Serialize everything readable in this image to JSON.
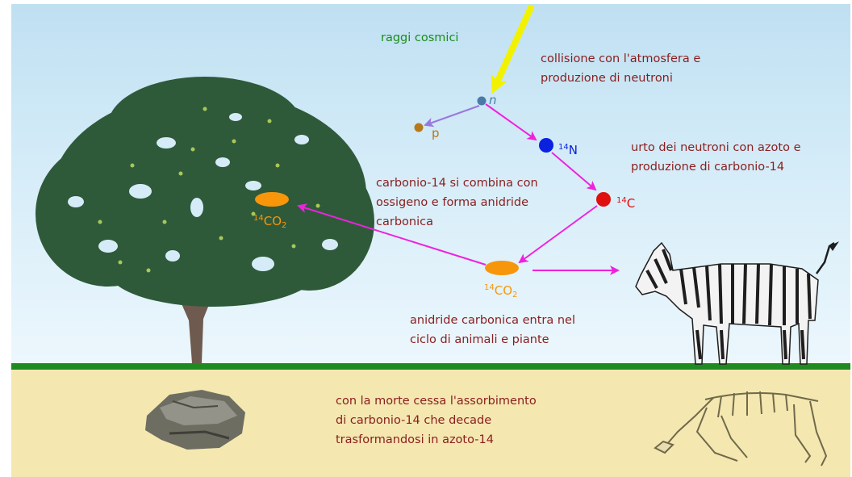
{
  "colors": {
    "neutron": "#4a7aa8",
    "proton": "#b87818",
    "nitrogen": "#0a22e0",
    "carbon": "#e00e0e",
    "co2": "#f7960a",
    "arrow": "#ee22dd",
    "proton_arrow": "#9977e0",
    "cosmic_arrow": "#f2f200",
    "label_text": "#8a1e1e",
    "ground_line": "#1f8a1f"
  },
  "labels": {
    "cosmic_rays": "raggi cosmici",
    "collision": [
      "collisione con l'atmosfera e",
      "produzione di neutroni"
    ],
    "neutron_nitrogen": [
      "urto dei neutroni con azoto e",
      "produzione di carbonio-14"
    ],
    "co2_formation": [
      "carbonio-14 si combina con",
      "ossigeno e forma anidride",
      "carbonica"
    ],
    "cycle": [
      "anidride carbonica entra nel",
      "ciclo di animali e piante"
    ],
    "death": [
      "con la morte cessa l'assorbimento",
      "di carbonio-14 che decade",
      "trasformandosi in azoto-14"
    ]
  },
  "particles": {
    "neutron": "n",
    "proton": "p",
    "nitrogen": {
      "mass": "14",
      "symbol": "N"
    },
    "carbon": {
      "mass": "14",
      "symbol": "C"
    },
    "co2_air": {
      "mass": "14",
      "symbol": "CO",
      "sub": "2"
    },
    "co2_tree": {
      "mass": "14",
      "symbol": "CO",
      "sub": "2"
    }
  },
  "icons": [
    "tree-icon",
    "zebra-icon",
    "rock-icon",
    "zebra-skeleton-icon"
  ]
}
